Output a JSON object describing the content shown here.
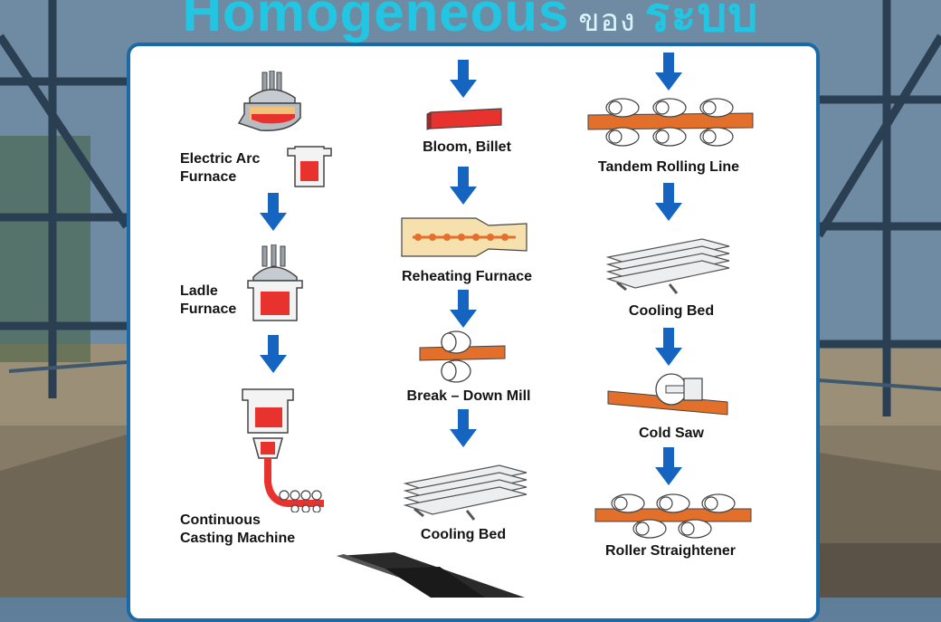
{
  "header": {
    "title_part1": "Homogeneous",
    "title_part2": "ของ",
    "title_part3": "ระบบ"
  },
  "colors": {
    "title": "#22c6e2",
    "panel_border": "#1a6aa8",
    "arrow": "#1565c0",
    "molten": "#e8322e",
    "rail": "#e2702a"
  },
  "process": {
    "col1": [
      {
        "label_line1": "Electric Arc",
        "label_line2": "Furnace",
        "icon": "electric-arc-furnace-icon"
      },
      {
        "label_line1": "Ladle",
        "label_line2": "Furnace",
        "icon": "ladle-furnace-icon"
      },
      {
        "label_line1": "Continuous",
        "label_line2": "Casting Machine",
        "icon": "continuous-casting-icon"
      }
    ],
    "col2": [
      {
        "label": "Bloom, Billet",
        "icon": "bloom-billet-icon"
      },
      {
        "label": "Reheating Furnace",
        "icon": "reheating-furnace-icon"
      },
      {
        "label": "Break – Down Mill",
        "icon": "break-down-mill-icon"
      },
      {
        "label": "Cooling Bed",
        "icon": "cooling-bed-icon"
      }
    ],
    "col3": [
      {
        "label": "Tandem Rolling Line",
        "icon": "tandem-rolling-line-icon"
      },
      {
        "label": "Cooling Bed",
        "icon": "cooling-bed-icon"
      },
      {
        "label": "Cold Saw",
        "icon": "cold-saw-icon"
      },
      {
        "label": "Roller Straightener",
        "icon": "roller-straightener-icon"
      }
    ]
  }
}
